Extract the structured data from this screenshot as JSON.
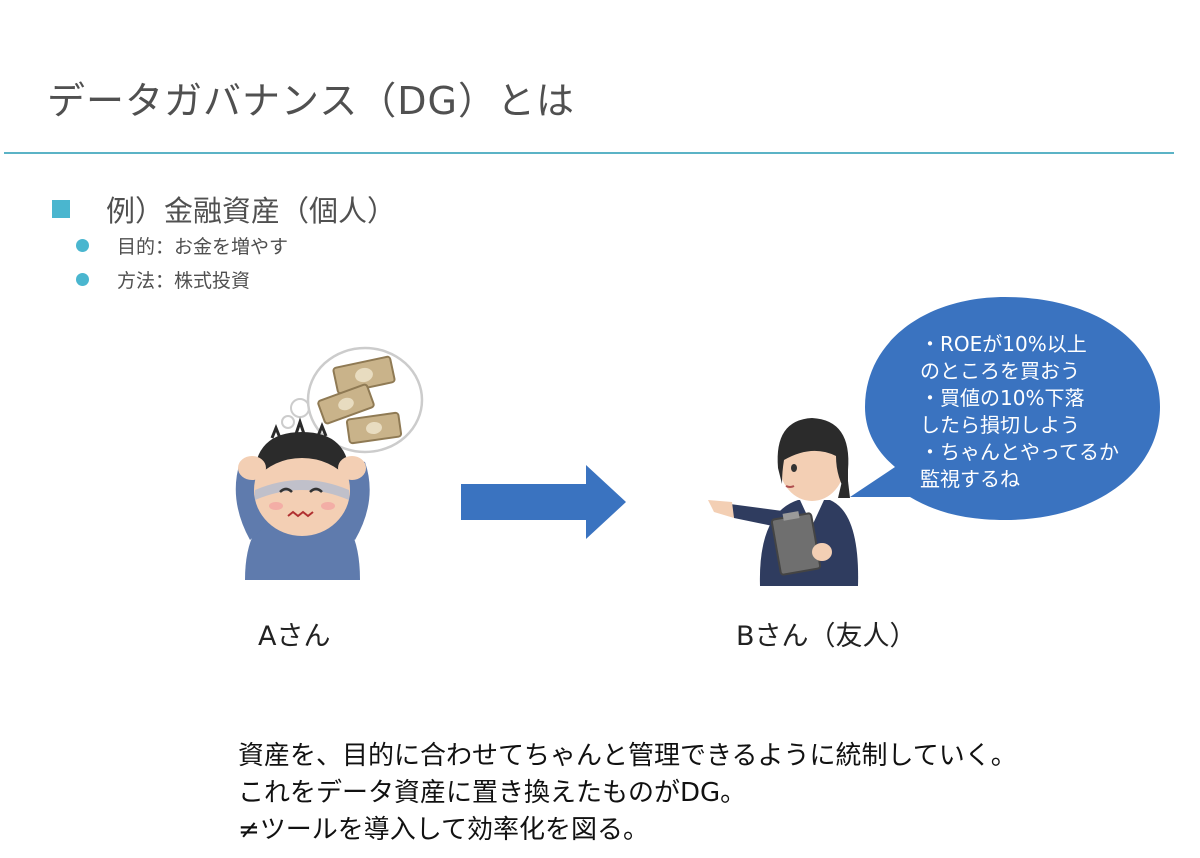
{
  "slide": {
    "title": "データガバナンス（DG）とは"
  },
  "example": {
    "heading": "例）金融資産（個人）",
    "items": [
      {
        "text": "目的：お金を増やす"
      },
      {
        "text": "方法：株式投資"
      }
    ]
  },
  "people": {
    "a_label": "Aさん",
    "b_label": "Bさん（友人）"
  },
  "speech_bubble": {
    "lines": [
      "・ROEが10%以上",
      "のところを買おう",
      "・買値の10%下落",
      "したら損切しよう",
      "・ちゃんとやってるか",
      "監視するね"
    ]
  },
  "summary": {
    "lines": [
      "資産を、目的に合わせてちゃんと管理できるように統制していく。",
      "これをデータ資産に置き換えたものがDG。",
      "≠ツールを導入して効率化を図る。"
    ]
  },
  "colors": {
    "accent": "#4ab6cf",
    "rule": "#5bb3c6",
    "arrow": "#3a73c0",
    "bubble": "#3a73c0"
  }
}
